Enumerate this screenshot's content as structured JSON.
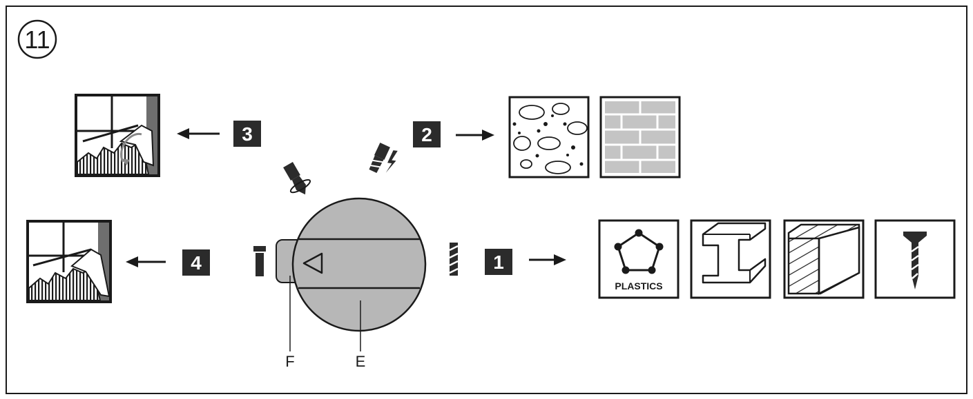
{
  "figure_number": "11",
  "modes": [
    {
      "number": "1",
      "tool": "drill-icon",
      "targets": [
        "plastics-icon",
        "steel-beam-icon",
        "wood-icon",
        "screw-icon"
      ],
      "plastics_label": "PLASTICS"
    },
    {
      "number": "2",
      "tool": "hammer-drill-icon",
      "targets": [
        "concrete-icon",
        "brick-icon"
      ]
    },
    {
      "number": "3",
      "tool": "chisel-rotate-icon",
      "targets": [
        "chiseling-adjust-icon"
      ]
    },
    {
      "number": "4",
      "tool": "chisel-icon",
      "targets": [
        "chiseling-icon"
      ]
    }
  ],
  "callouts": {
    "knob": "E",
    "lock_button": "F"
  },
  "colors": {
    "knob": "#b7b7b7",
    "badge": "#2b2b2b",
    "line": "#1a1a1a"
  }
}
